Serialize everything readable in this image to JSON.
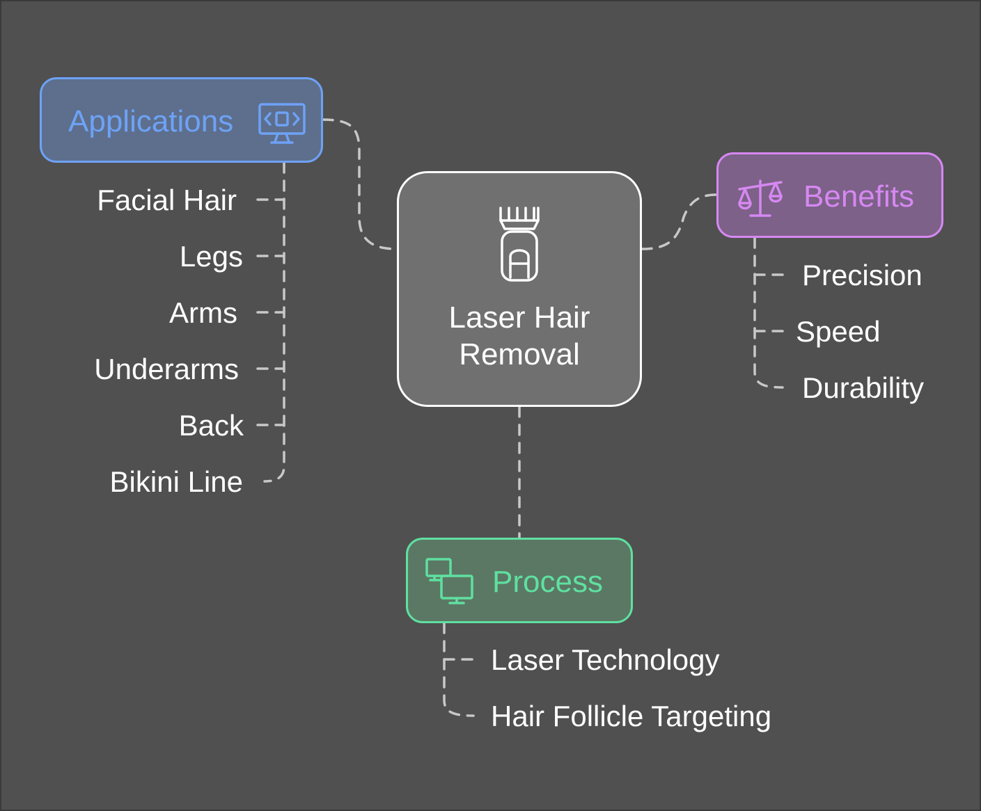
{
  "center": {
    "title_line1": "Laser Hair",
    "title_line2": "Removal",
    "icon": "hair-trimmer-icon"
  },
  "applications": {
    "label": "Applications",
    "icon": "monitor-code-icon",
    "color": "#6ea2f6",
    "items": [
      "Facial Hair",
      "Legs",
      "Arms",
      "Underarms",
      "Back",
      "Bikini Line"
    ]
  },
  "benefits": {
    "label": "Benefits",
    "icon": "balance-scale-icon",
    "color": "#d688f2",
    "items": [
      "Precision",
      "Speed",
      "Durability"
    ]
  },
  "process": {
    "label": "Process",
    "icon": "multiple-monitors-icon",
    "color": "#5fe0a0",
    "items": [
      "Laser Technology",
      "Hair Follicle Targeting"
    ]
  }
}
